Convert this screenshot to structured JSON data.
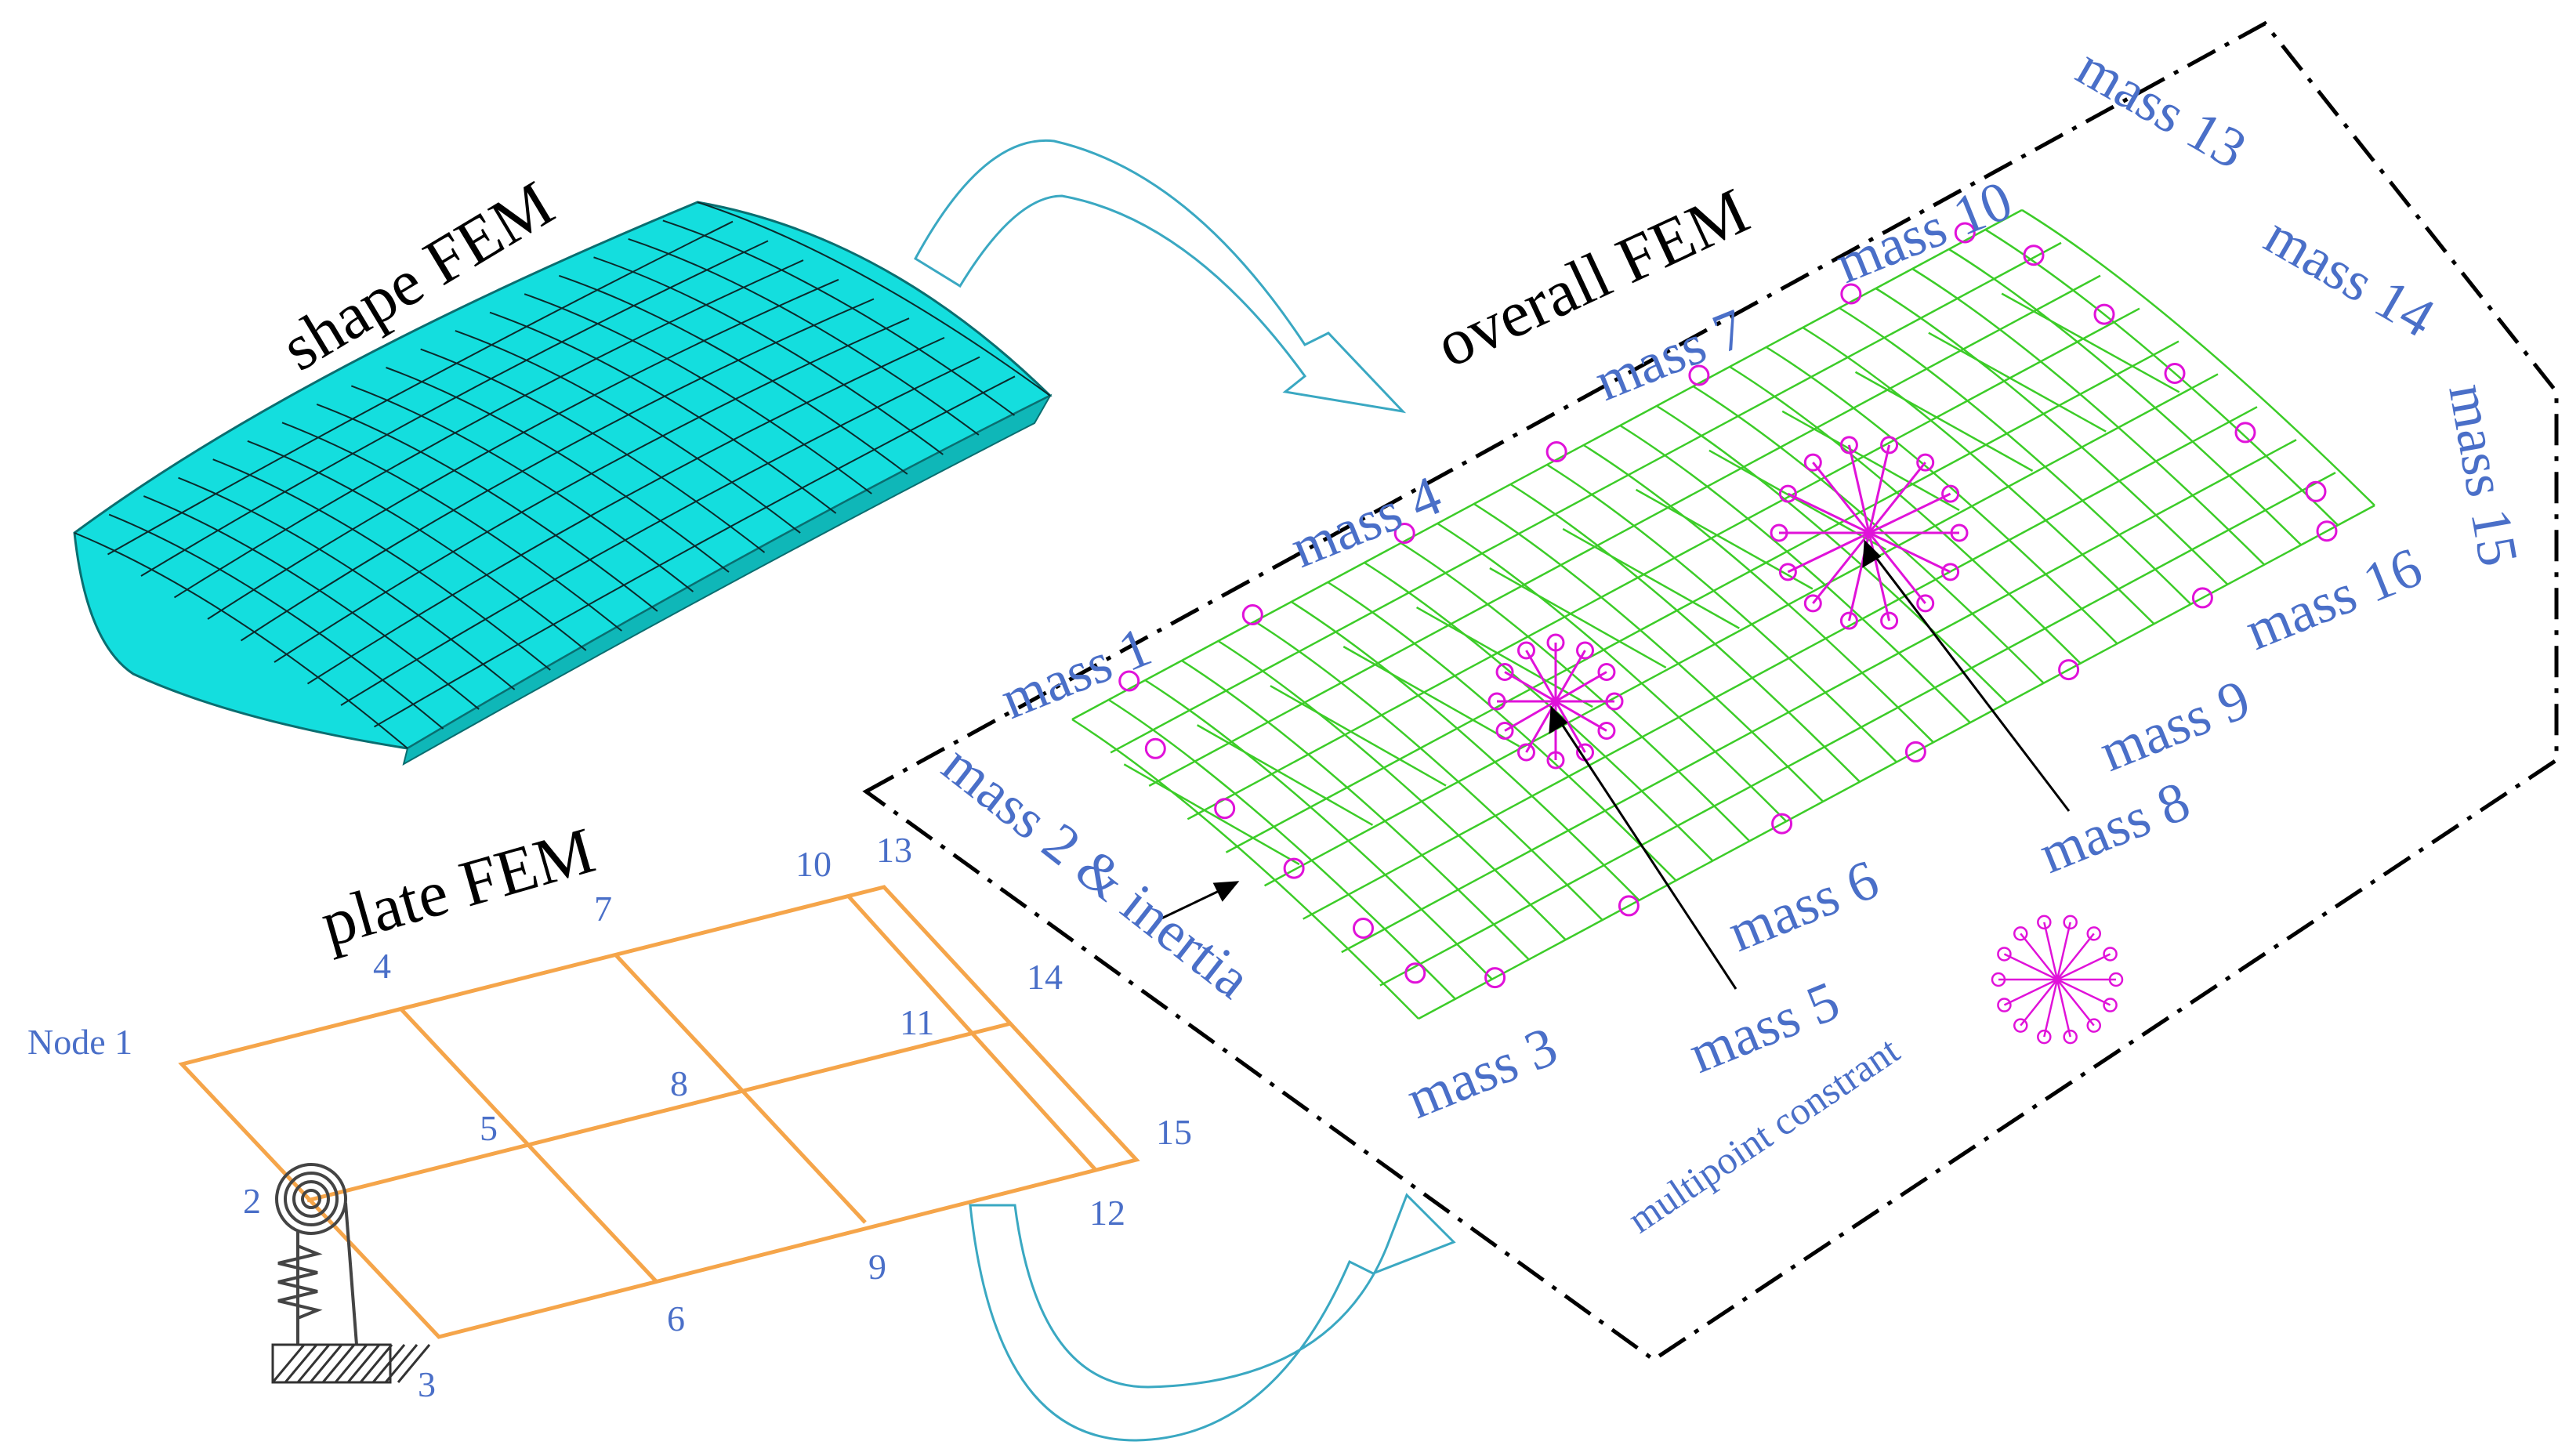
{
  "titles": {
    "shape": "shape FEM",
    "plate": "plate FEM",
    "overall": "overall FEM"
  },
  "plate_nodes": {
    "n1": "Node 1",
    "n2": "2",
    "n3": "3",
    "n4": "4",
    "n5": "5",
    "n6": "6",
    "n7": "7",
    "n8": "8",
    "n9": "9",
    "n10": "10",
    "n11": "11",
    "n12": "12",
    "n13": "13",
    "n14": "14",
    "n15": "15"
  },
  "mass_labels": {
    "m1": "mass 1",
    "m2": "mass 2 & inertia",
    "m3": "mass 3",
    "m4": "mass 4",
    "m5": "mass 5",
    "m6": "mass 6",
    "m7": "mass 7",
    "m8": "mass 8",
    "m9": "mass 9",
    "m10": "mass 10",
    "m13": "mass 13",
    "m14": "mass 14",
    "m15": "mass 15",
    "m16": "mass 16"
  },
  "legend": {
    "mpc": "multipoint constrant"
  },
  "colors": {
    "shape_fill": "#14dede",
    "plate_lines": "#f5a54a",
    "overall_mesh": "#3ccc28",
    "mass_markers": "#e012d9",
    "labels_blue": "#4a6fc8",
    "arrow_stroke": "#3aa8c2"
  }
}
